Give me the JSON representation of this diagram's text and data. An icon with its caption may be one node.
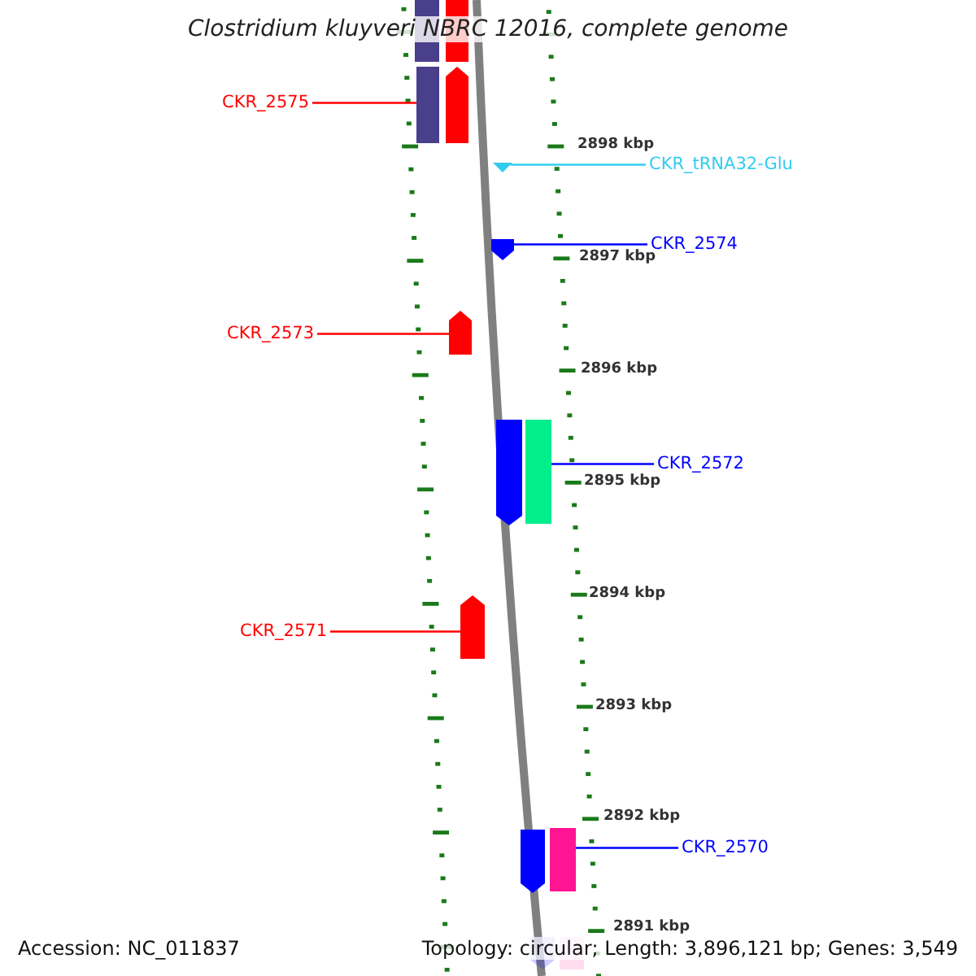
{
  "diagram": {
    "title": "Clostridium kluyveri NBRC 12016, complete genome",
    "nodes": [
      {
        "text": [],
        "shape": "bar"
      },
      {
        "text": [],
        "shape": "bar"
      },
      {
        "text": [
          "CKR_2575"
        ]
      },
      {
        "text": [],
        "shape": "bar"
      },
      {
        "text": [],
        "shape": "bar"
      },
      {
        "text": [],
        "shape": "triangle"
      },
      {
        "text": [
          "CKR_tRNA32-Glu"
        ]
      },
      {
        "text": [],
        "shape": "bar"
      },
      {
        "text": [
          "CKR_2574"
        ]
      },
      {
        "text": [
          "CKR_2573"
        ]
      },
      {
        "text": [],
        "shape": "bar"
      },
      {
        "text": [],
        "shape": "bar"
      },
      {
        "text": [],
        "shape": "bar"
      },
      {
        "text": [
          "CKR_2572"
        ]
      },
      {
        "text": [
          "CKR_2571"
        ]
      },
      {
        "text": [],
        "shape": "bar"
      },
      {
        "text": [],
        "shape": "bar"
      },
      {
        "text": [],
        "shape": "bar"
      },
      {
        "text": [
          "CKR_2570"
        ]
      },
      {
        "text": [],
        "shape": "bar"
      },
      {
        "text": [],
        "shape": "bar"
      }
    ],
    "edges": [
      {
        "from": 2,
        "to": 3,
        "arrow": "none",
        "color": "#ff0000"
      },
      {
        "from": 6,
        "to": 5,
        "arrow": "none",
        "color": "#33ccee"
      },
      {
        "from": 8,
        "to": 7,
        "arrow": "none",
        "color": "#0000ff"
      },
      {
        "from": 9,
        "to": 10,
        "arrow": "none",
        "color": "#ff0000"
      },
      {
        "from": 13,
        "to": 12,
        "arrow": "none",
        "color": "#0000ff"
      },
      {
        "from": 14,
        "to": 15,
        "arrow": "none",
        "color": "#ff0000"
      },
      {
        "from": 18,
        "to": 17,
        "arrow": "none",
        "color": "#0000ff"
      }
    ],
    "labels": [
      "2898 kbp",
      "2897 kbp",
      "2896 kbp",
      "2895 kbp",
      "2894 kbp",
      "2893 kbp",
      "2892 kbp",
      "2891 kbp",
      "Accession: NC_011837",
      "Topology: circular; Length: 3,896,121 bp; Genes: 3,549"
    ]
  }
}
